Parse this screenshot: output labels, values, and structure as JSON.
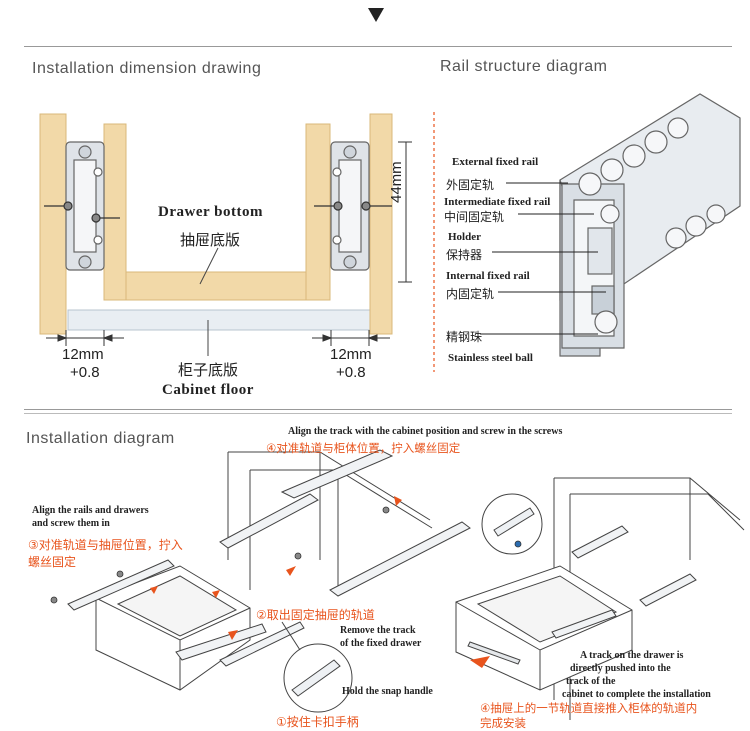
{
  "top": {
    "left_title": "Installation dimension drawing",
    "right_title": "Rail structure diagram"
  },
  "dimension": {
    "drawer_bottom_en": "Drawer bottom",
    "drawer_bottom_cn": "抽屉底版",
    "cabinet_floor_cn": "柜子底版",
    "cabinet_floor_en": "Cabinet floor",
    "left_gap": "12mm",
    "left_tol": "+0.8",
    "right_gap": "12mm",
    "right_tol": "+0.8",
    "height": "44mm"
  },
  "rail": {
    "external_en": "External fixed rail",
    "external_cn": "外固定轨",
    "intermediate_en": "Intermediate fixed rail",
    "intermediate_cn": "中间固定轨",
    "holder_en": "Holder",
    "holder_cn": "保持器",
    "internal_en": "Internal fixed rail",
    "internal_cn": "内固定轨",
    "ball_cn": "精钢珠",
    "ball_en": "Stainless steel ball"
  },
  "install": {
    "title": "Installation diagram",
    "step4_en": "Align the track with the cabinet position and screw in the screws",
    "step4_cn": "④对准轨道与柜体位置，拧入螺丝固定",
    "step3_en1": "Align the rails and drawers",
    "step3_en2": "and screw them in",
    "step3_cn1": "③对准轨道与抽屉位置，拧入",
    "step3_cn2": "螺丝固定",
    "step2_cn": "②取出固定抽屉的轨道",
    "step2_en1": "Remove the track",
    "step2_en2": "of the fixed drawer",
    "step1_en": "Hold the snap handle",
    "step1_cn": "①按住卡扣手柄",
    "final_en1": "A track on the drawer is",
    "final_en2": "directly pushed into the",
    "final_en3": "track of the",
    "final_en4": "cabinet to complete the installation",
    "final_cn1": "④抽屉上的一节轨道直接推入柜体的轨道内",
    "final_cn2": "完成安装"
  },
  "colors": {
    "wood": "#f2d9a8",
    "wood_edge": "#d9b87a",
    "accent": "#e8541d",
    "line": "#444444"
  }
}
